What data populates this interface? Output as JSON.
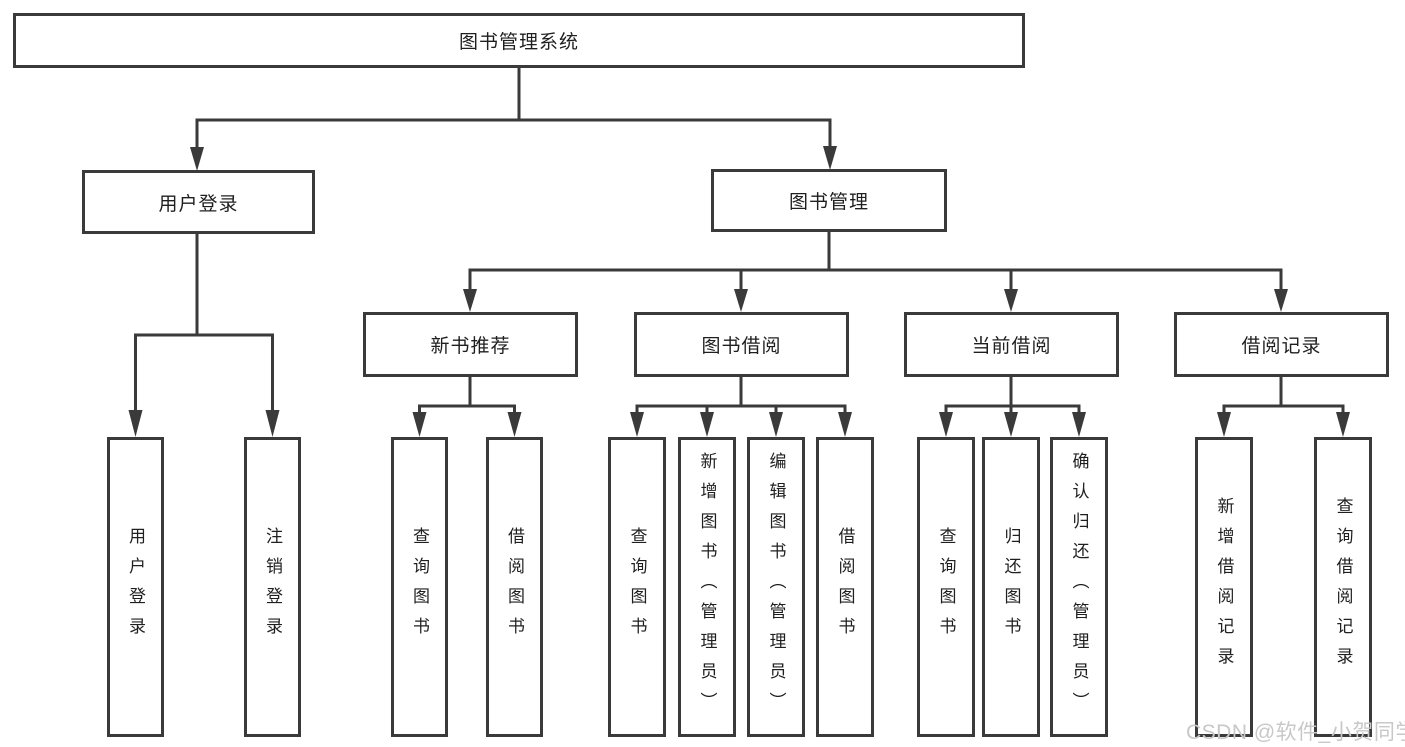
{
  "diagram": {
    "root": {
      "label": "图书管理系统"
    },
    "branches": [
      {
        "label": "用户登录",
        "children": [
          {
            "label": "用户登录"
          },
          {
            "label": "注销登录"
          }
        ]
      },
      {
        "label": "图书管理",
        "groups": [
          {
            "label": "新书推荐",
            "children": [
              {
                "label": "查询图书"
              },
              {
                "label": "借阅图书"
              }
            ]
          },
          {
            "label": "图书借阅",
            "children": [
              {
                "label": "查询图书"
              },
              {
                "label": "新增图书（管理员）"
              },
              {
                "label": "编辑图书（管理员）"
              },
              {
                "label": "借阅图书"
              }
            ]
          },
          {
            "label": "当前借阅",
            "children": [
              {
                "label": "查询图书"
              },
              {
                "label": "归还图书"
              },
              {
                "label": "确认归还（管理员）"
              }
            ]
          },
          {
            "label": "借阅记录",
            "children": [
              {
                "label": "新增借阅记录"
              },
              {
                "label": "查询借阅记录"
              }
            ]
          }
        ]
      }
    ]
  },
  "watermark": {
    "text": "CSDN @软件_小贺同学"
  },
  "colors": {
    "line": "#3a3a3a",
    "text": "#1f1f1f",
    "box_fill": "#ffffff",
    "background": "#ffffff",
    "watermark": "#c8c8c8"
  }
}
